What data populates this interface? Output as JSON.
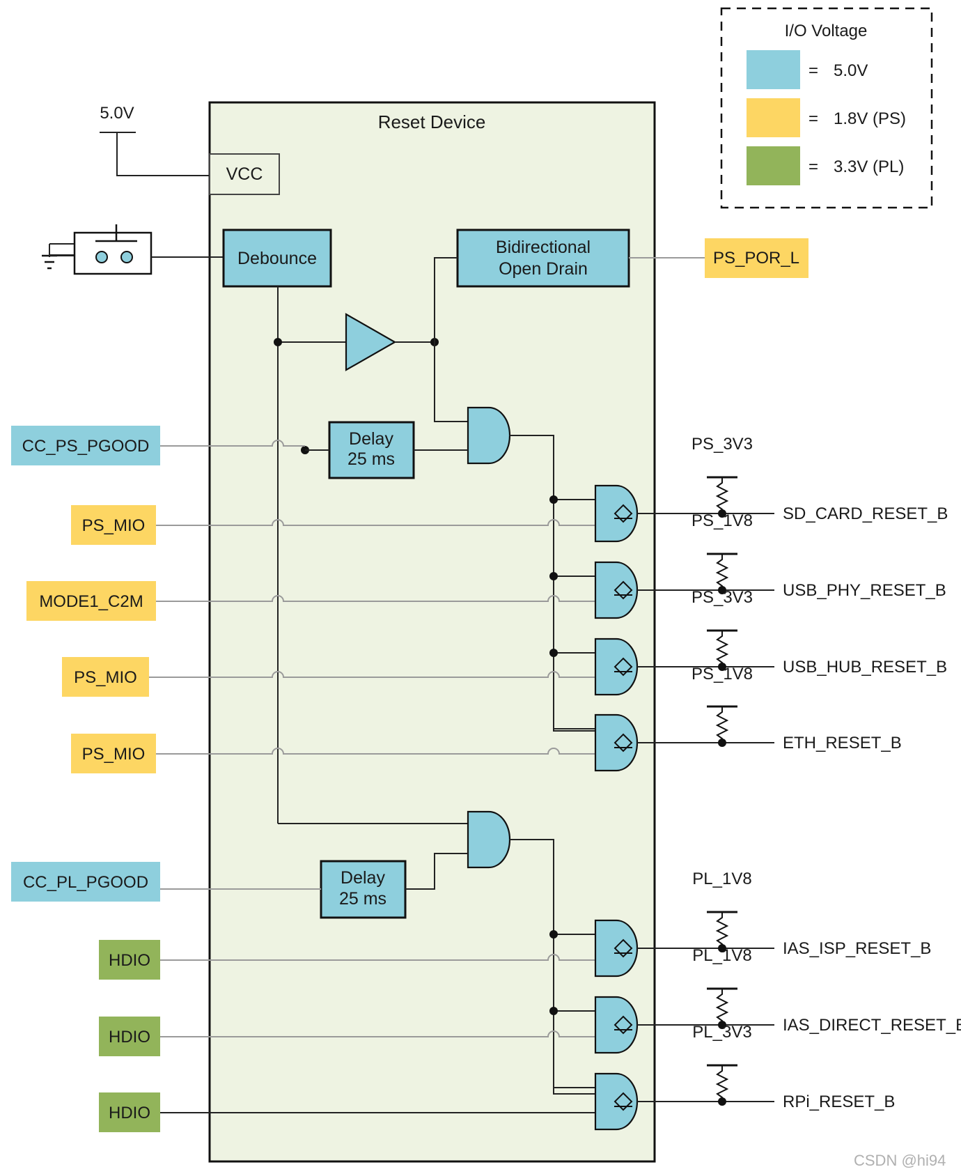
{
  "legend": {
    "title": "I/O Voltage",
    "items": [
      {
        "label": "5.0V",
        "color": "#8ecfdd"
      },
      {
        "label": "1.8V (PS)",
        "color": "#fdd663"
      },
      {
        "label": "3.3V (PL)",
        "color": "#92b45a"
      }
    ],
    "equals": "="
  },
  "device": {
    "title": "Reset Device",
    "vcc_label": "VCC",
    "debounce_label": "Debounce",
    "open_drain_line1": "Bidirectional",
    "open_drain_line2": "Open Drain",
    "delay_line1": "Delay",
    "delay_line2": "25 ms",
    "fill_color": "#eef3e2"
  },
  "supply_label": "5.0V",
  "por_output": "PS_POR_L",
  "inputs": [
    {
      "label": "CC_PS_PGOOD",
      "voltage": "5.0V"
    },
    {
      "label": "PS_MIO",
      "voltage": "1.8V (PS)"
    },
    {
      "label": "MODE1_C2M",
      "voltage": "1.8V (PS)"
    },
    {
      "label": "PS_MIO",
      "voltage": "1.8V (PS)"
    },
    {
      "label": "PS_MIO",
      "voltage": "1.8V (PS)"
    },
    {
      "label": "CC_PL_PGOOD",
      "voltage": "5.0V"
    },
    {
      "label": "HDIO",
      "voltage": "3.3V (PL)"
    },
    {
      "label": "HDIO",
      "voltage": "3.3V (PL)"
    },
    {
      "label": "HDIO",
      "voltage": "3.3V (PL)"
    }
  ],
  "outputs": [
    {
      "label": "SD_CARD_RESET_B",
      "pullup": "PS_3V3"
    },
    {
      "label": "USB_PHY_RESET_B",
      "pullup": "PS_1V8"
    },
    {
      "label": "USB_HUB_RESET_B",
      "pullup": "PS_3V3"
    },
    {
      "label": "ETH_RESET_B",
      "pullup": "PS_1V8"
    },
    {
      "label": "IAS_ISP_RESET_B",
      "pullup": "PL_1V8"
    },
    {
      "label": "IAS_DIRECT_RESET_B",
      "pullup": "PL_1V8"
    },
    {
      "label": "RPi_RESET_B",
      "pullup": "PL_3V3"
    }
  ],
  "watermark": "CSDN @hi94"
}
